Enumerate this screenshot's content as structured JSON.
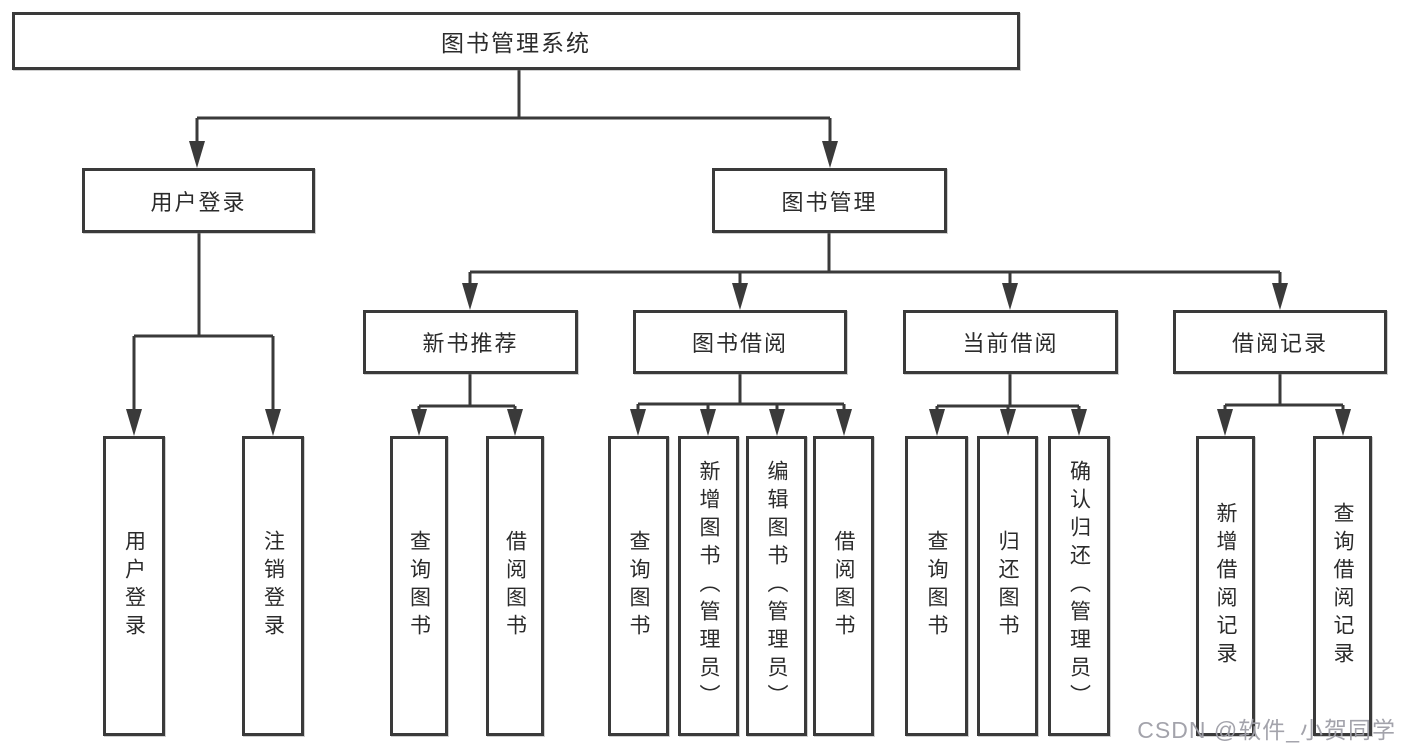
{
  "diagram": {
    "title": "图书管理系统",
    "watermark": "CSDN @软件_小贺同学",
    "colors": {
      "line": "#3a3a3a",
      "box_border": "#3a3a3a",
      "text": "#2b2b2b",
      "watermark": "#9e9ea6",
      "background": "#ffffff"
    },
    "nodes": {
      "root": "图书管理系统",
      "user_login": "用户登录",
      "book_management": "图书管理",
      "new_book_recommend": "新书推荐",
      "book_borrow": "图书借阅",
      "current_borrow": "当前借阅",
      "borrow_records": "借阅记录",
      "leaf_user_login": "用户登录",
      "leaf_logout": "注销登录",
      "leaf_nbr_query_books": "查询图书",
      "leaf_nbr_borrow_books": "借阅图书",
      "leaf_bb_query_books": "查询图书",
      "leaf_bb_add_books": "新增图书（管理员）",
      "leaf_bb_edit_books": "编辑图书（管理员）",
      "leaf_bb_borrow_books": "借阅图书",
      "leaf_cb_query_books": "查询图书",
      "leaf_cb_return_books": "归还图书",
      "leaf_cb_confirm_return": "确认归还（管理员）",
      "leaf_br_add_record": "新增借阅记录",
      "leaf_br_query_record": "查询借阅记录"
    },
    "edges": [
      [
        "root",
        "user_login"
      ],
      [
        "root",
        "book_management"
      ],
      [
        "user_login",
        "leaf_user_login"
      ],
      [
        "user_login",
        "leaf_logout"
      ],
      [
        "book_management",
        "new_book_recommend"
      ],
      [
        "book_management",
        "book_borrow"
      ],
      [
        "book_management",
        "current_borrow"
      ],
      [
        "book_management",
        "borrow_records"
      ],
      [
        "new_book_recommend",
        "leaf_nbr_query_books"
      ],
      [
        "new_book_recommend",
        "leaf_nbr_borrow_books"
      ],
      [
        "book_borrow",
        "leaf_bb_query_books"
      ],
      [
        "book_borrow",
        "leaf_bb_add_books"
      ],
      [
        "book_borrow",
        "leaf_bb_edit_books"
      ],
      [
        "book_borrow",
        "leaf_bb_borrow_books"
      ],
      [
        "current_borrow",
        "leaf_cb_query_books"
      ],
      [
        "current_borrow",
        "leaf_cb_return_books"
      ],
      [
        "current_borrow",
        "leaf_cb_confirm_return"
      ],
      [
        "borrow_records",
        "leaf_br_add_record"
      ],
      [
        "borrow_records",
        "leaf_br_query_record"
      ]
    ]
  }
}
